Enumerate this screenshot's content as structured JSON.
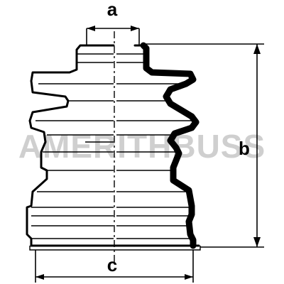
{
  "diagram": {
    "labels": {
      "a": "a",
      "b": "b",
      "c": "c"
    },
    "watermark": "AMERITHBUSS"
  },
  "colors": {
    "line": "#000000",
    "background": "#ffffff",
    "watermark": "#cfcfcf"
  }
}
